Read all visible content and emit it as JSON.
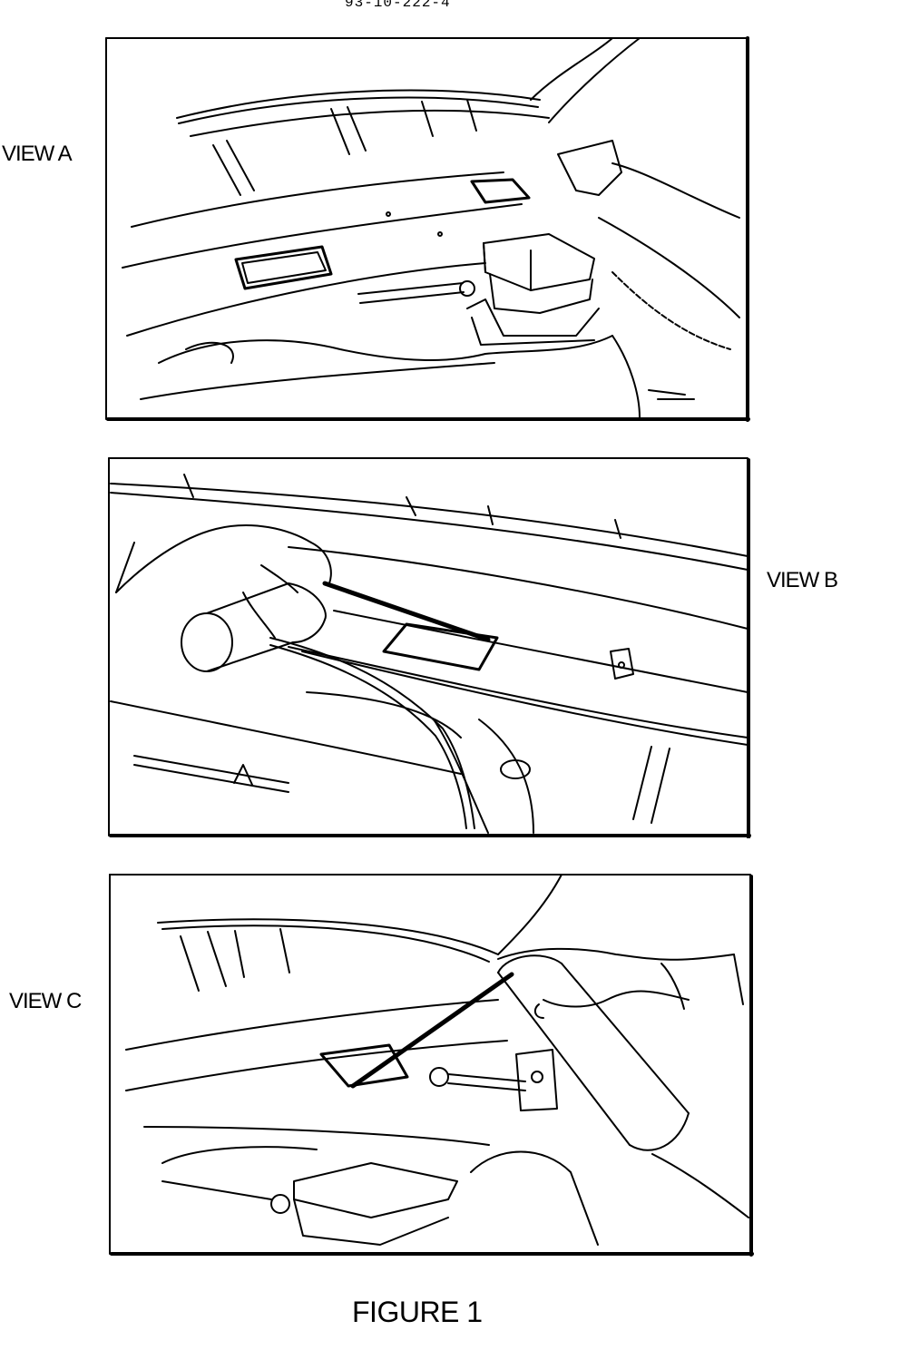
{
  "document": {
    "number": "93-10-222-4",
    "figure_title": "FIGURE 1"
  },
  "views": {
    "a": {
      "label": "VIEW A"
    },
    "b": {
      "label": "VIEW B"
    },
    "c": {
      "label": "VIEW C"
    }
  },
  "style": {
    "ink": "#000000",
    "paper": "#ffffff"
  }
}
